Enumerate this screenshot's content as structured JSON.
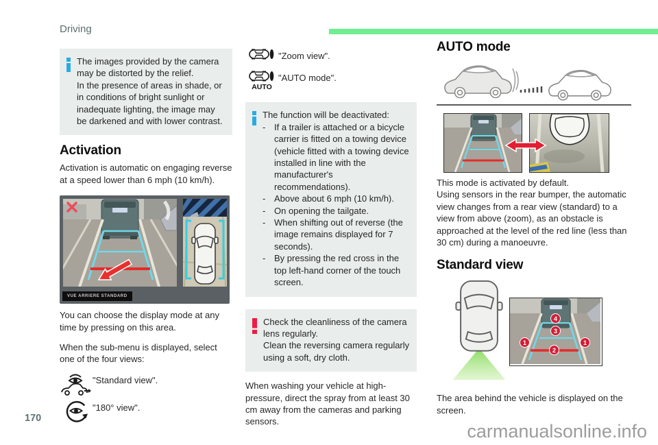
{
  "header": {
    "section_label": "Driving"
  },
  "colors": {
    "accent_green": "#71ee91",
    "info_blue": "#29abe2",
    "warning_red": "#ee1c43",
    "box_background": "#e9edec",
    "guide_cyan": "#6fd9e8",
    "warning_line_red": "#e62b2b"
  },
  "left": {
    "info_box": {
      "icon": "info-icon",
      "lines": [
        "The images provided by the camera may be distorted by the relief.",
        "In the presence of areas in shade, or in conditions of bright sunlight or inadequate lighting, the image may be darkened and with lower contrast."
      ]
    },
    "activation": {
      "title": "Activation",
      "intro": "Activation is automatic on engaging reverse at a speed lower than 6 mph (10 km/h)."
    },
    "camera_screen": {
      "label": "VUE ARRIERE STANDARD"
    },
    "paragraphs": [
      "You can choose the display mode at any time by pressing on this area.",
      "When the sub-menu is displayed, select one of the four views:"
    ],
    "views": [
      {
        "icon": "standard-view-icon",
        "label": "\"Standard view\"."
      },
      {
        "icon": "180-view-icon",
        "label": "\"180° view\"."
      }
    ]
  },
  "middle": {
    "views": [
      {
        "icon": "zoom-view-icon",
        "label": "\"Zoom view\"."
      },
      {
        "icon": "auto-mode-icon",
        "label": "\"AUTO mode\".",
        "icon_caption": "AUTO"
      }
    ],
    "info_box": {
      "icon": "info-icon",
      "intro": "The function will be deactivated:",
      "items": [
        "If a trailer is attached or a bicycle carrier is fitted on a towing device (vehicle fitted with a towing device installed in line with the manufacturer's recommendations).",
        "Above about 6 mph (10 km/h).",
        "On opening the tailgate.",
        "When shifting out of reverse (the image remains displayed for 7 seconds).",
        "By pressing the red cross in the top left-hand corner of the touch screen."
      ]
    },
    "warning_box": {
      "icon": "warning-icon",
      "lines": [
        "Check the cleanliness of the camera lens regularly.",
        "Clean the reversing camera regularly using a soft, dry cloth."
      ]
    },
    "paragraph": "When washing your vehicle at high-pressure, direct the spray from at least 30 cm away from the cameras and parking sensors."
  },
  "right": {
    "auto_mode": {
      "title": "AUTO mode",
      "paragraph_lines": [
        "This mode is activated by default.",
        "Using sensors in the rear bumper, the automatic view changes from a rear view (standard) to a view from above (zoom), as an obstacle is approached at the level of the red line (less than 30 cm) during a manoeuvre."
      ]
    },
    "standard_view": {
      "title": "Standard view",
      "paragraph": "The area behind the vehicle is displayed on the screen.",
      "badges": [
        "1",
        "2",
        "3",
        "4"
      ]
    }
  },
  "footer": {
    "page_number": "170",
    "watermark": "carmanualsonline.info"
  }
}
